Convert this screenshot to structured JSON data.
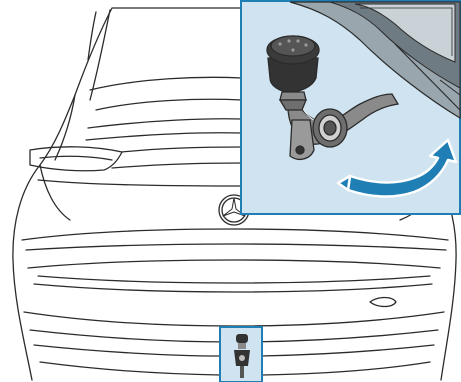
{
  "figure": {
    "subject": "car-rear-view-line-drawing",
    "detail_inset": "trailer-hitch-ball-head",
    "action_indicator": "rotate-arrow",
    "colors": {
      "line": "#2b2b2b",
      "inset_background": "#cfe3f0",
      "frame_accent": "#1f7fb5",
      "arrow_fill": "#1f7fb5",
      "hitch_dark": "#333333",
      "hitch_mid": "#8a8a8a",
      "hitch_light": "#bdbdbd"
    }
  }
}
